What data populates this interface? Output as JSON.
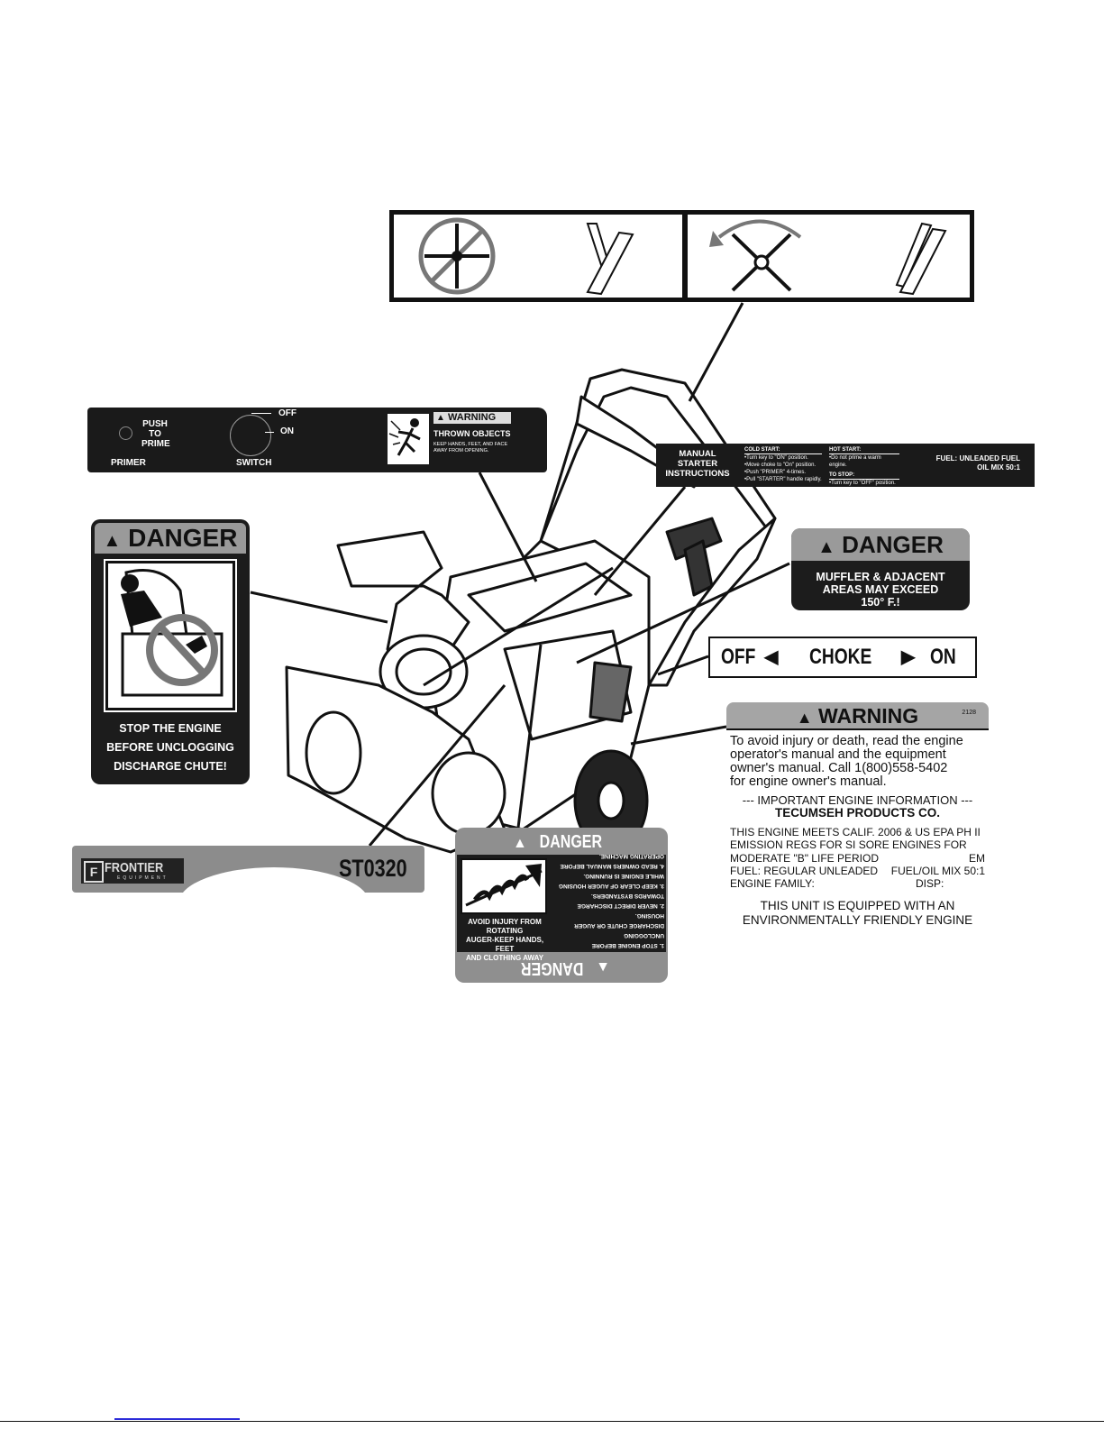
{
  "decals": {
    "primer": {
      "primer_label": "PRIMER",
      "push_to_prime": [
        "PUSH",
        "TO",
        "PRIME"
      ],
      "switch_label": "SWITCH",
      "off_label": "OFF",
      "on_label": "ON",
      "warning_label": "WARNING",
      "thrown_objects": "THROWN OBJECTS",
      "keep_hands": [
        "KEEP HANDS, FEET, AND FACE",
        "AWAY FROM OPENING."
      ]
    },
    "starter": {
      "title": [
        "MANUAL",
        "STARTER",
        "INSTRUCTIONS"
      ],
      "cold_start_head": "COLD START:",
      "cold_start_items": [
        "•Turn key to \"ON\" position.",
        "•Move choke to \"On\" position.",
        "•Push \"PRIMER\" 4-times.",
        "•Pull \"STARTER\" handle rapidly."
      ],
      "hot_start_head": "HOT START:",
      "hot_start_item": "•Do not prime a warm engine.",
      "to_stop_head": "TO STOP:",
      "to_stop_item": "•Turn key to \"OFF\" position.",
      "fuel": [
        "FUEL: UNLEADED FUEL",
        "OIL MIX 50:1"
      ]
    },
    "danger_chute": {
      "heading": "DANGER",
      "lines": [
        "STOP THE ENGINE",
        "BEFORE UNCLOGGING",
        "DISCHARGE CHUTE!"
      ]
    },
    "muffler": {
      "heading": "DANGER",
      "lines": [
        "MUFFLER & ADJACENT",
        "AREAS MAY EXCEED",
        "150° F.!"
      ]
    },
    "choke": {
      "off": "OFF",
      "label": "CHOKE",
      "on": "ON"
    },
    "frontier": {
      "brand": "FRONTIER",
      "sub": "EQUIPMENT",
      "model": "ST0320"
    },
    "auger": {
      "heading": "DANGER",
      "avoid": [
        "AVOID INJURY FROM ROTATING",
        "AUGER-KEEP HANDS, FEET",
        "AND CLOTHING AWAY"
      ],
      "rules": [
        "1. STOP ENGINE BEFORE UNCLOGGING",
        "DISCHARGE CHUTE OR AUGER",
        "HOUSING.",
        "2. NEVER DIRECT DISCHARGE",
        "TOWARDS BYSTANDERS.",
        "3. KEEP CLEAR OF AUGER HOUSING",
        "WHILE ENGINE IS RUNNING.",
        "4. READ OWNERS MANUAL BEFORE",
        "OPERATING MACHINE."
      ],
      "bottom_heading": "DANGER"
    },
    "warning": {
      "heading": "WARNING",
      "code": "2128",
      "lines": [
        "To avoid injury or death, read the engine",
        "operator's manual and the equipment",
        "owner's manual. Call 1(800)558-5402",
        "for engine owner's manual."
      ],
      "important": "--- IMPORTANT ENGINE INFORMATION ---",
      "company": "TECUMSEH PRODUCTS CO.",
      "engine_lines": [
        "THIS ENGINE MEETS CALIF. 2006 & US EPA PH II",
        "EMISSION REGS FOR SI SORE ENGINES FOR"
      ],
      "moderate": "MODERATE \"B\" LIFE PERIOD",
      "em": "EM",
      "fuel": "FUEL: REGULAR UNLEADED",
      "fuel_mix": "FUEL/OIL MIX 50:1",
      "family": "ENGINE FAMILY:",
      "disp": "DISP:",
      "unit_lines": [
        "THIS UNIT IS EQUIPPED WITH AN",
        "ENVIRONMENTALLY FRIENDLY ENGINE"
      ]
    }
  },
  "colors": {
    "dark": "#1c1c1c",
    "gray": "#9a9a9a",
    "link": "#2b2bd9"
  }
}
